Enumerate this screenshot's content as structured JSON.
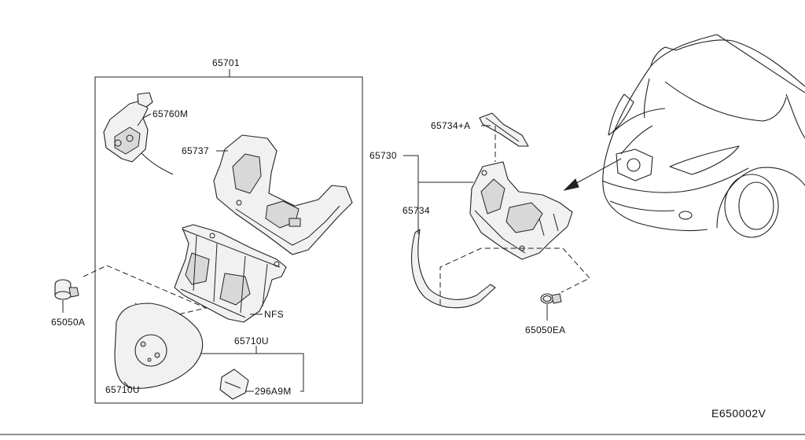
{
  "diagram_code": "E650002V",
  "labels": {
    "assembly": "65701",
    "harness": "65760M",
    "housing": "65737",
    "frame": "NFS",
    "lid_group": "65710U",
    "lid": "65710U",
    "emblem": "296A9M",
    "clip_left": "65050A",
    "socket": "65730",
    "socket_seal_top": "65734+A",
    "socket_seal": "65734",
    "clip_right": "65050EA"
  }
}
